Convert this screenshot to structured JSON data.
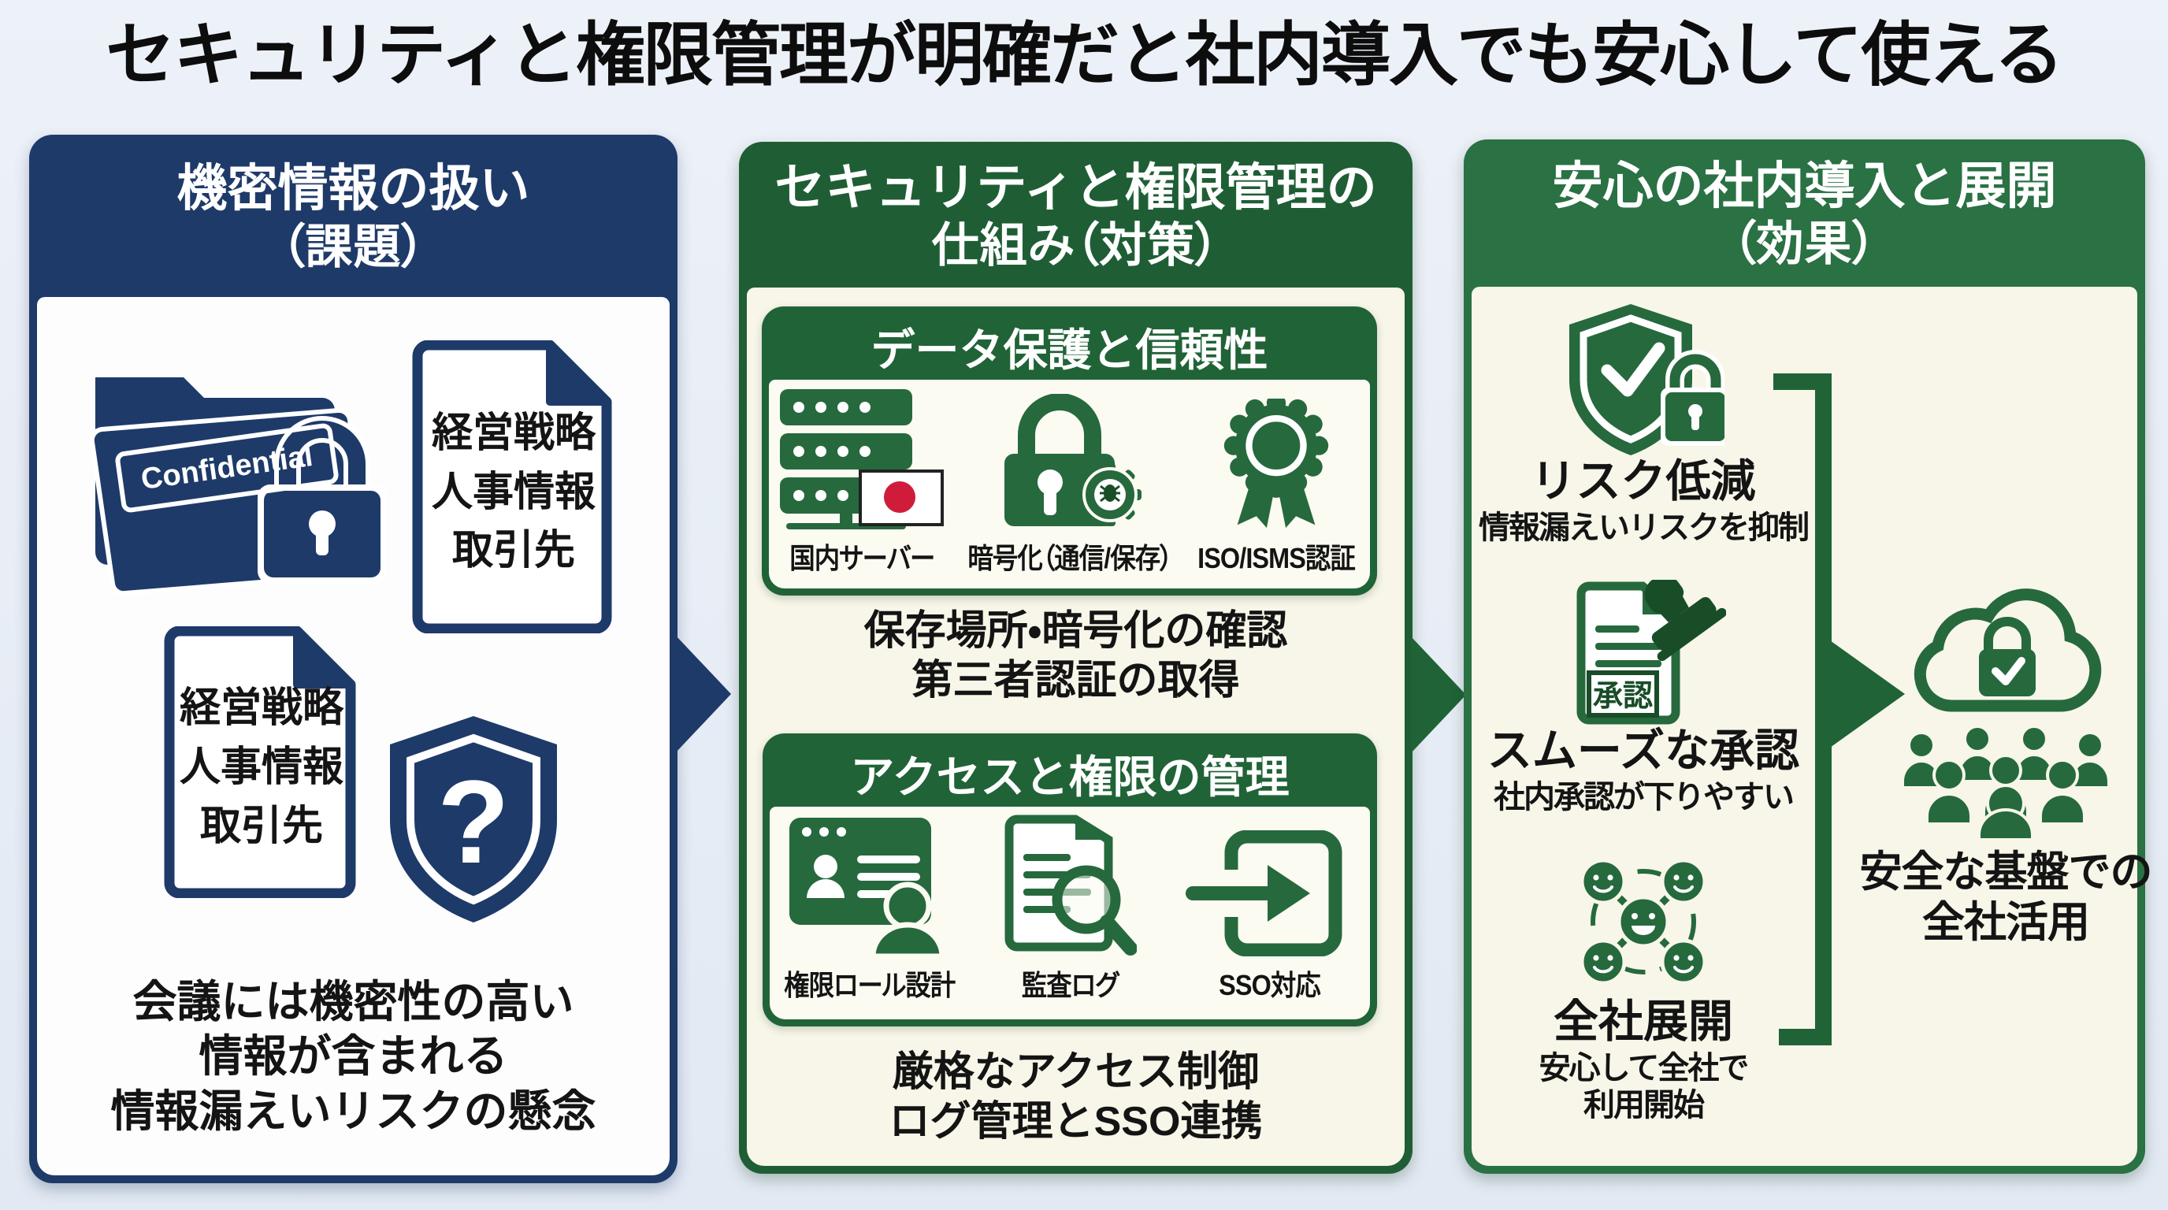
{
  "title": "セキュリティと権限管理が明確だと社内導入でも安心して使える",
  "colors": {
    "page-bg1": "#edf1f8",
    "page-bg2": "#e2e9f3",
    "navy": "#1e3a69",
    "navy-deep": "#17305a",
    "green-mid": "#1f5e35",
    "green-right": "#2a7144",
    "green-bar": "#206337",
    "green-icon": "#26693d",
    "green-dark": "#184d28",
    "cream": "#f7f6e9",
    "sub-bg": "#fcfbf2",
    "white-box": "#fdfdfe",
    "ink": "#141414",
    "red": "#cf1c3a"
  },
  "challenge_panel": {
    "header_line1": "機密情報の扱い",
    "header_line2": "（課題）",
    "folder_stamp": "Confidential",
    "doc1_lines": [
      "経営戦略",
      "人事情報",
      "取引先"
    ],
    "doc2_lines": [
      "経営戦略",
      "人事情報",
      "取引先"
    ],
    "caption_lines": [
      "会議には機密性の高い",
      "情報が含まれる",
      "情報漏えいリスクの懸念"
    ],
    "icons": [
      "confidential-folder-lock",
      "document",
      "document",
      "question-shield"
    ]
  },
  "measures_panel": {
    "header_line1": "セキュリティと権限管理の",
    "header_line2": "仕組み（対策）",
    "data_protection": {
      "title": "データ保護と信頼性",
      "items": [
        {
          "label": "国内サーバー",
          "icon": "server-japan-flag"
        },
        {
          "label": "暗号化（通信/保存）",
          "icon": "lock-gear"
        },
        {
          "label": "ISO/ISMS認証",
          "icon": "award-ribbon"
        }
      ],
      "caption_lines": [
        "保存場所・暗号化の確認",
        "第三者認証の取得"
      ]
    },
    "access_control": {
      "title": "アクセスと権限の管理",
      "items": [
        {
          "label": "権限ロール設計",
          "icon": "browser-roles"
        },
        {
          "label": "監査ログ",
          "icon": "document-magnifier"
        },
        {
          "label": "SSO対応",
          "icon": "sso-login-arrow"
        }
      ],
      "caption_lines": [
        "厳格なアクセス制御",
        "ログ管理とSSO連携"
      ]
    }
  },
  "effects_panel": {
    "header_line1": "安心の社内導入と展開",
    "header_line2": "（効果）",
    "items": [
      {
        "title": "リスク低減",
        "desc_lines": [
          "情報漏えいリスクを抑制"
        ],
        "icon": "shield-check-lock"
      },
      {
        "title": "スムーズな承認",
        "desc_lines": [
          "社内承認が下りやすい"
        ],
        "icon": "approval-stamp",
        "stamp_label": "承認"
      },
      {
        "title": "全社展開",
        "desc_lines": [
          "安心して全社で",
          "利用開始"
        ],
        "icon": "network-smileys"
      }
    ],
    "result": {
      "title_lines": [
        "安全な基盤での",
        "全社活用"
      ],
      "icons": [
        "cloud-lock",
        "user-group"
      ]
    }
  }
}
